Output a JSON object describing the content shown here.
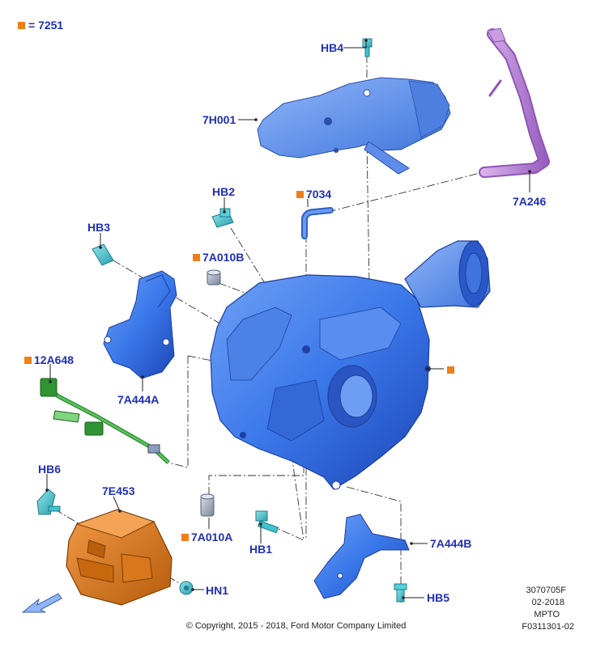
{
  "legend": {
    "color": "#ee7f1a",
    "label": "= 7251"
  },
  "colors": {
    "part_blue": "#3a78ea",
    "part_cyan": "#3fc3cf",
    "part_purple": "#b77fd4",
    "part_orange": "#e07a1a",
    "part_green": "#38a83a",
    "part_gray": "#98a4b8",
    "callout_text": "#1f2fb8",
    "orange_marker": "#ee7f1a"
  },
  "callouts": {
    "hb4": "HB4",
    "p7h001": "7H001",
    "p7a246": "7A246",
    "hb2": "HB2",
    "p7034": "7034",
    "hb3": "HB3",
    "p7a010b": "7A010B",
    "p12a648": "12A648",
    "p7a444a": "7A444A",
    "hb6": "HB6",
    "p7e453": "7E453",
    "p7a010a": "7A010A",
    "hb1": "HB1",
    "hn1": "HN1",
    "p7a444b": "7A444B",
    "hb5": "HB5"
  },
  "meta": {
    "code1": "3070705F",
    "date": "02-2018",
    "type": "MPTO",
    "code2": "F0311301-02",
    "copyright": "© Copyright, 2015 - 2018, Ford Motor Company Limited"
  },
  "icons": {
    "nav": "direction-arrow-icon"
  }
}
